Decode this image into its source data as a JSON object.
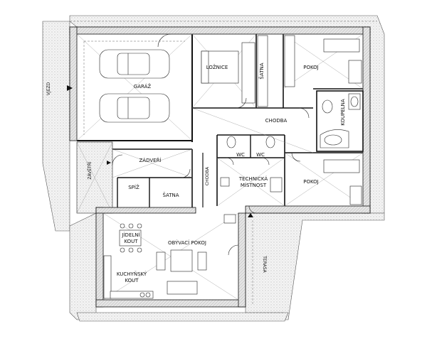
{
  "rooms": {
    "garaz": "GARÁŽ",
    "loznice": "LOŽNICE",
    "satna_top": "ŠATNA",
    "pokoj_top": "POKOJ",
    "koupelna": "KOUPELNA",
    "chodba": "CHODBA",
    "wc1": "WC",
    "wc2": "WC",
    "technicka1": "TECHNICKÁ",
    "technicka2": "MÍSTNOST",
    "pokoj_bottom": "POKOJ",
    "zadveri": "ZÁDVEŘÍ",
    "spiz": "SPÍŽ",
    "satna_bottom": "ŠATNA",
    "chodba_vert": "CHODBA",
    "jidelni1": "JÍDELNÍ",
    "jidelni2": "KOUT",
    "obyvaci": "OBÝVACÍ POKOJ",
    "kuchynsky1": "KUCHYŇSKÝ",
    "kuchynsky2": "KOUT"
  },
  "exterior": {
    "vjezd": "VJEZD",
    "zavetri": "ZÁVĚTŘÍ",
    "terasa": "TERASA"
  }
}
